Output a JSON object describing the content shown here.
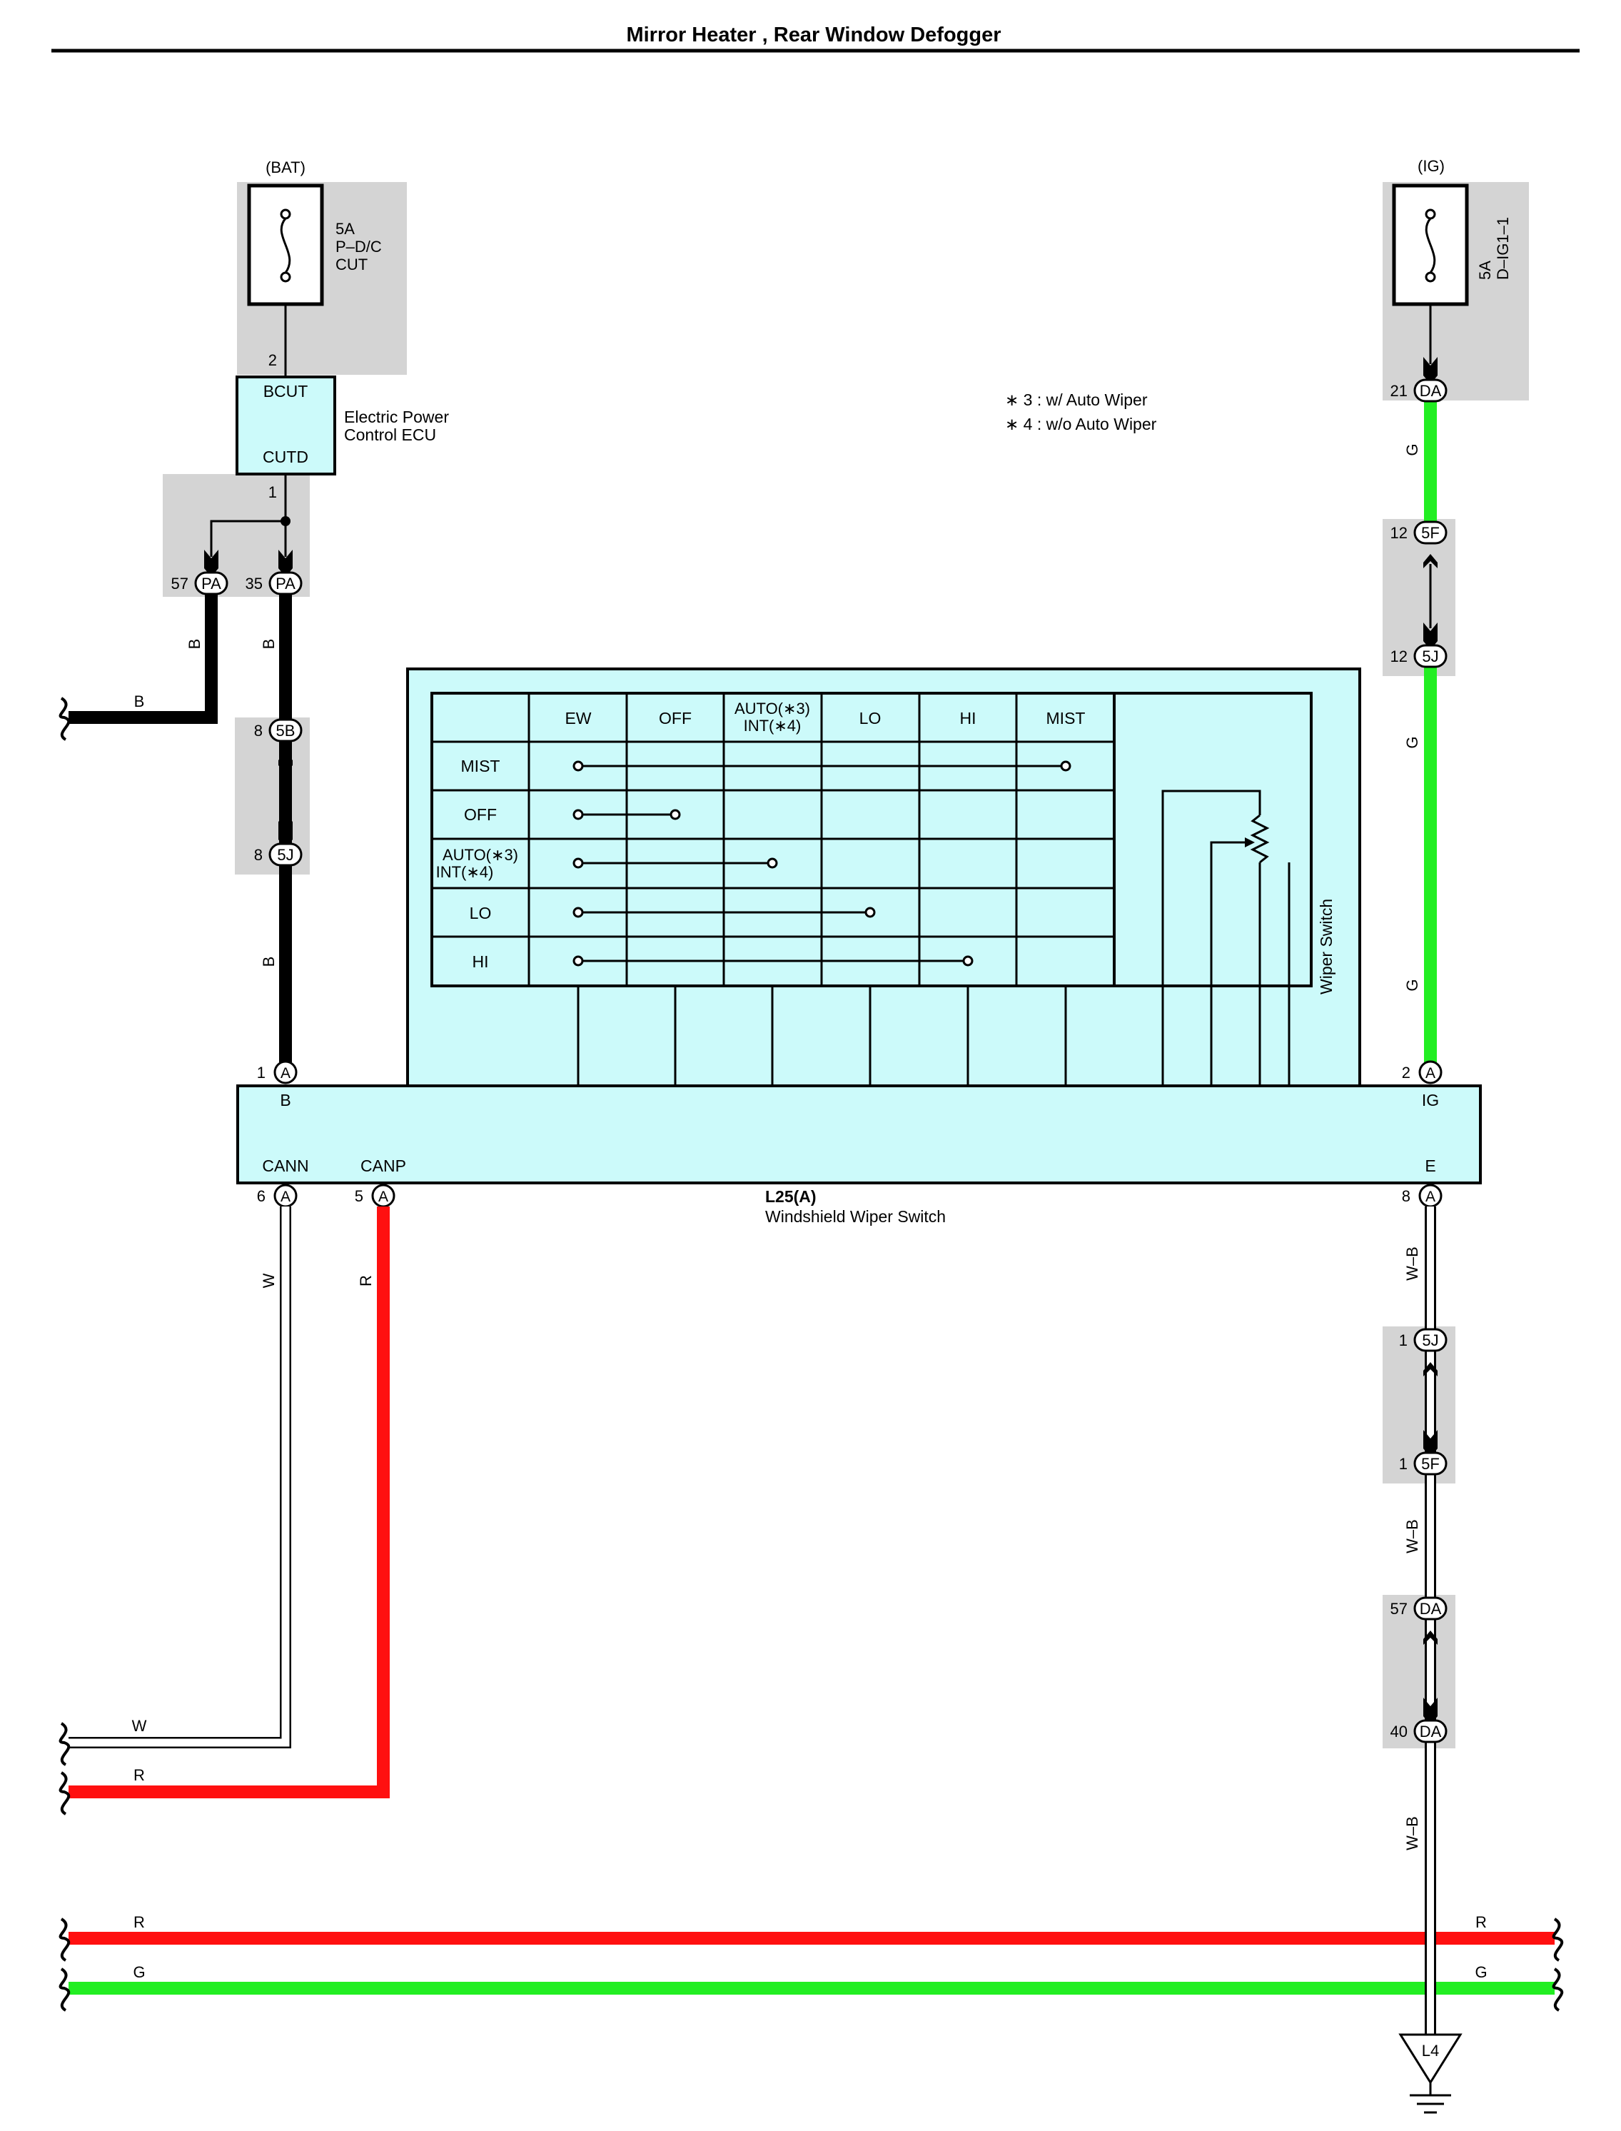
{
  "title": "Mirror Heater , Rear Window Defogger",
  "colors": {
    "wire_black": "#000000",
    "wire_green": "#22ee22",
    "wire_red": "#ff1010",
    "wire_white_outline": "#000000",
    "fill_module": "#ccfafa",
    "fill_shade": "#d4d4d4"
  },
  "fuses": {
    "bat": {
      "source": "(BAT)",
      "amps": "5A",
      "name_line1": "P–D/C",
      "name_line2": "CUT"
    },
    "ig": {
      "source": "(IG)",
      "amps": "5A",
      "name": "D–IG1–1"
    }
  },
  "ecu": {
    "pin_top": "2",
    "bcut": "BCUT",
    "cutd": "CUTD",
    "pin_bottom": "1",
    "label_line1": "Electric Power",
    "label_line2": "Control ECU"
  },
  "notes": {
    "n3": "∗ 3 : w/ Auto Wiper",
    "n4": "∗ 4 : w/o Auto Wiper"
  },
  "connectors": {
    "pa57": {
      "pin": "57",
      "code": "PA"
    },
    "pa35": {
      "pin": "35",
      "code": "PA"
    },
    "b5b": {
      "pin": "8",
      "code": "5B"
    },
    "b5j": {
      "pin": "8",
      "code": "5J"
    },
    "da21": {
      "pin": "21",
      "code": "DA"
    },
    "f5f_top": {
      "pin": "12",
      "code": "5F"
    },
    "f5j_top": {
      "pin": "12",
      "code": "5J"
    },
    "sw_b": {
      "pin": "1",
      "code": "A"
    },
    "sw_ig": {
      "pin": "2",
      "code": "A"
    },
    "sw_cann": {
      "pin": "6",
      "code": "A"
    },
    "sw_canp": {
      "pin": "5",
      "code": "A"
    },
    "sw_e": {
      "pin": "8",
      "code": "A"
    },
    "e5j": {
      "pin": "1",
      "code": "5J"
    },
    "e5f": {
      "pin": "1",
      "code": "5F"
    },
    "e_da57": {
      "pin": "57",
      "code": "DA"
    },
    "e_da40": {
      "pin": "40",
      "code": "DA"
    }
  },
  "wire_labels": {
    "pa57_b": "B",
    "pa35_b": "B",
    "branch_b": "B",
    "lower_b": "B",
    "g1": "G",
    "g2": "G",
    "g3": "G",
    "w_vert": "W",
    "r_vert": "R",
    "wb1": "W–B",
    "wb2": "W–B",
    "wb3": "W–B",
    "w_horiz": "W",
    "r_horiz": "R",
    "bus_r_left": "R",
    "bus_g_left": "G",
    "bus_r_right": "R",
    "bus_g_right": "G"
  },
  "switch": {
    "pin_b": "B",
    "pin_ig": "IG",
    "pin_cann": "CANN",
    "pin_canp": "CANP",
    "pin_e": "E",
    "code": "L25(A)",
    "name": "Windshield Wiper Switch",
    "inner_label": "Wiper Switch",
    "table_header": [
      "EW",
      "OFF",
      "AUTO(∗3)",
      "LO",
      "HI",
      "MIST"
    ],
    "table_header_auto_line2": "INT(∗4)",
    "rows": [
      "MIST",
      "OFF",
      "AUTO(∗3)",
      "LO",
      "HI"
    ],
    "row_auto_line2": "INT(∗4)"
  },
  "ground": {
    "code": "L4"
  }
}
